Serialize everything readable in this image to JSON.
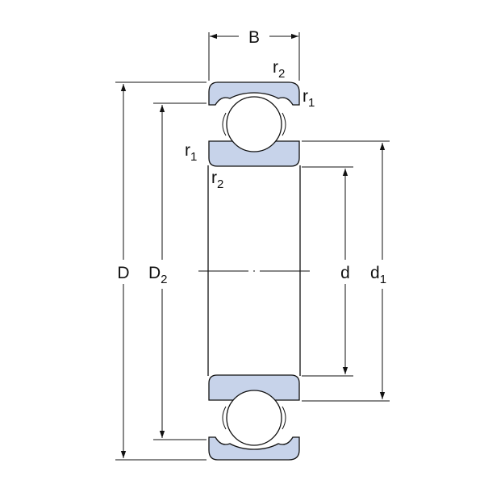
{
  "labels": {
    "width": "B",
    "outer_diameter": "D",
    "shoulder_outer": "D",
    "shoulder_outer_sub": "2",
    "bore": "d",
    "shoulder_inner": "d",
    "shoulder_inner_sub": "1",
    "radius": "r",
    "sub_1": "1",
    "sub_2": "2"
  },
  "colors": {
    "ring_fill": "#c7d3ea",
    "line": "#111111",
    "background": "#ffffff"
  }
}
